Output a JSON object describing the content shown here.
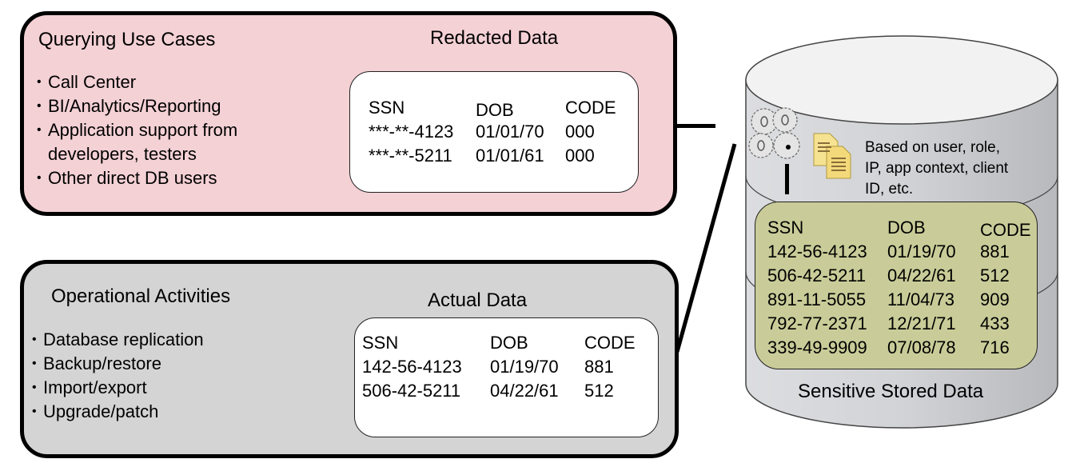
{
  "query_panel": {
    "title": "Querying Use Cases",
    "bullets": [
      "Call Center",
      "BI/Analytics/Reporting",
      "Application support from developers, testers",
      "Other direct DB users"
    ],
    "data_title": "Redacted Data",
    "headers": [
      "SSN",
      "DOB",
      "CODE"
    ],
    "rows": [
      [
        "***-**-4123",
        "01/01/70",
        "000"
      ],
      [
        "***-**-5211",
        "01/01/61",
        "000"
      ]
    ],
    "fill": "#f4d1d5"
  },
  "ops_panel": {
    "title": "Operational Activities",
    "bullets": [
      "Database replication",
      "Backup/restore",
      "Import/export",
      "Upgrade/patch"
    ],
    "data_title": "Actual Data",
    "headers": [
      "SSN",
      "DOB",
      "CODE"
    ],
    "rows": [
      [
        "142-56-4123",
        "01/19/70",
        "881"
      ],
      [
        "506-42-5211",
        "04/22/61",
        "512"
      ]
    ],
    "fill": "#d4d4d4"
  },
  "database": {
    "policy_note": [
      "Based on user, role,",
      "IP, app context, client",
      "ID, etc."
    ],
    "headers": [
      "SSN",
      "DOB",
      "CODE"
    ],
    "rows": [
      [
        "142-56-4123",
        "01/19/70",
        "881"
      ],
      [
        "506-42-5211",
        "04/22/61",
        "512"
      ],
      [
        "891-11-5055",
        "11/04/73",
        "909"
      ],
      [
        "792-77-2371",
        "12/21/71",
        "433"
      ],
      [
        "339-49-9909",
        "07/08/78",
        "716"
      ]
    ],
    "label": "Sensitive Stored Data",
    "table_fill": "#c9cc98"
  }
}
